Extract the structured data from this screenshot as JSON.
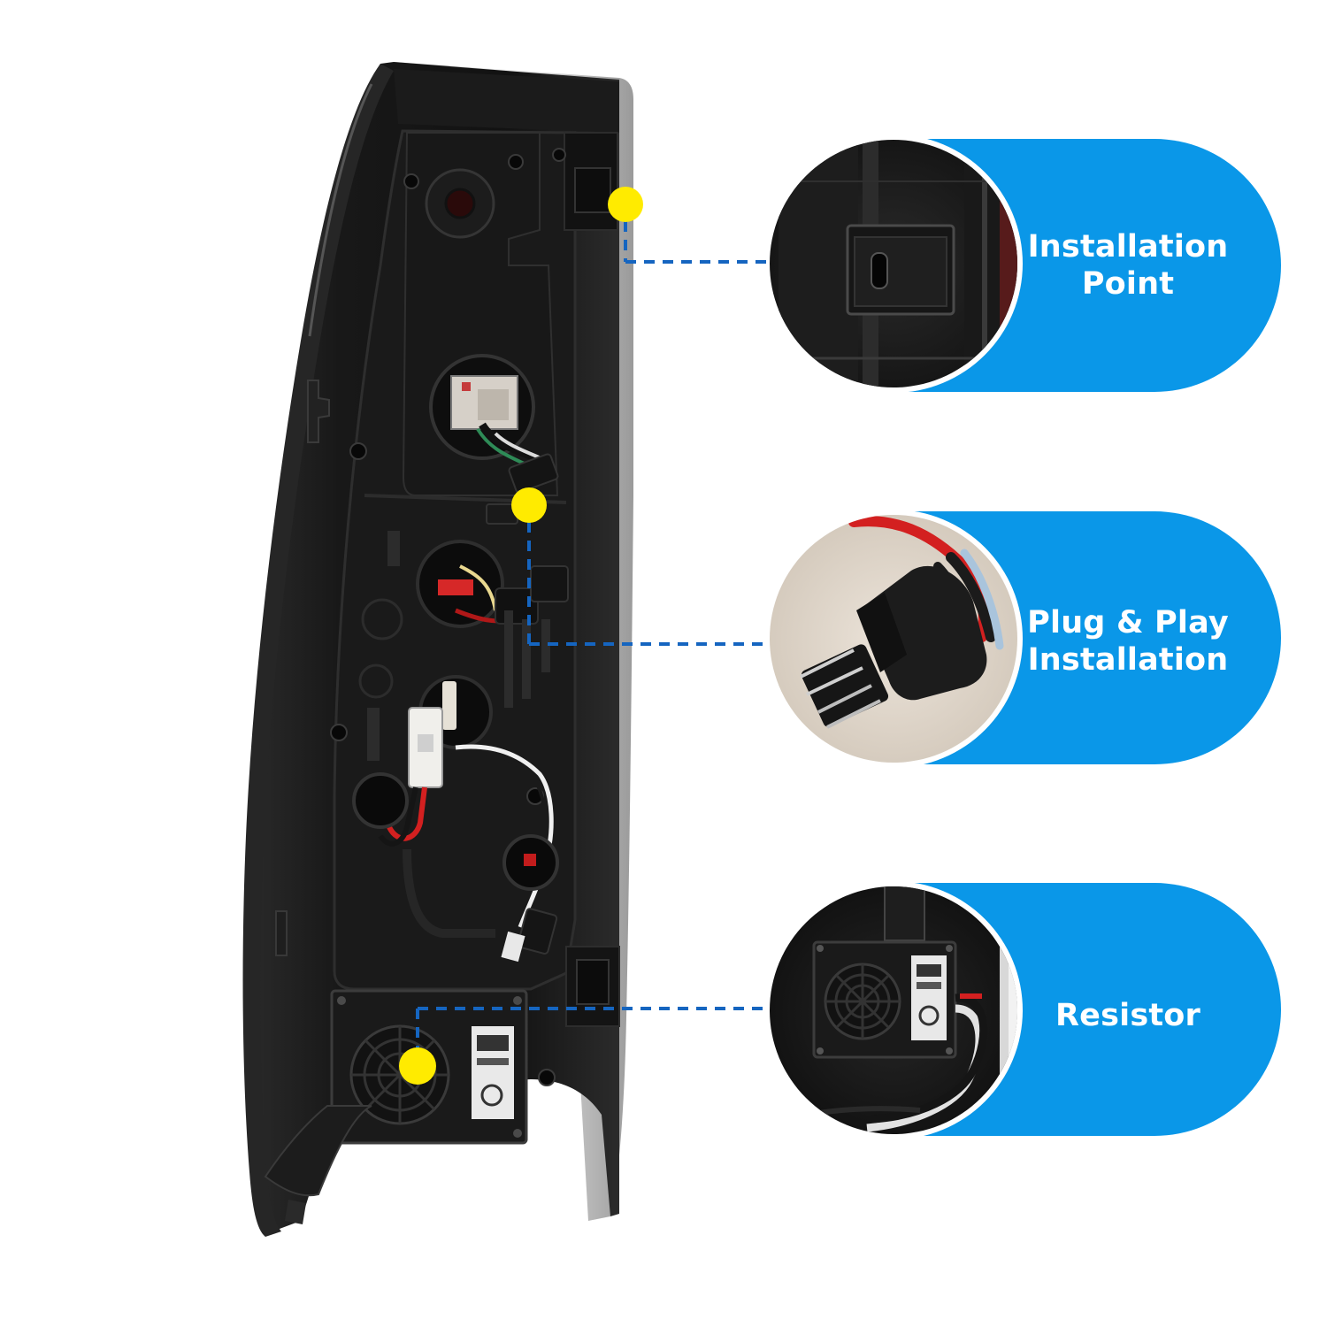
{
  "colors": {
    "background": "#ffffff",
    "pill": "#0a97e8",
    "marker": "#ffeb00",
    "leader": "#1565c0",
    "housing": "#151515"
  },
  "callouts": [
    {
      "id": "installation-point",
      "line1": "Installation",
      "line2": "Point",
      "icon": "mounting-tab-closeup"
    },
    {
      "id": "plug-and-play",
      "line1": "Plug & Play",
      "line2": "Installation",
      "icon": "bulb-socket-connector-closeup"
    },
    {
      "id": "resistor",
      "line1": "Resistor",
      "line2": "",
      "icon": "resistor-closeup"
    }
  ],
  "product": {
    "description_icon": "tail-light-rear-housing"
  }
}
